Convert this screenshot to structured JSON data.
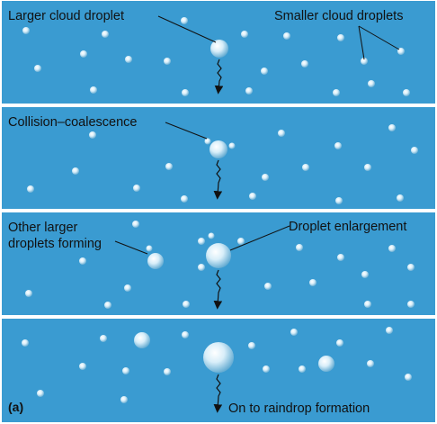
{
  "colors": {
    "panel": "#3a9bd1",
    "droplet_light": "#ffffff",
    "droplet_mid": "#cfe9f6",
    "droplet_dark": "#5fa9cf",
    "leader_line": "#111111"
  },
  "panels": [
    {
      "id": "panel-1",
      "labels": [
        {
          "id": "larger-cloud-droplet",
          "text": "Larger cloud droplet"
        },
        {
          "id": "smaller-cloud-droplets",
          "text": "Smaller cloud droplets"
        }
      ]
    },
    {
      "id": "panel-2",
      "labels": [
        {
          "id": "collision-coalescence",
          "text": "Collision–coalescence"
        }
      ]
    },
    {
      "id": "panel-3",
      "labels": [
        {
          "id": "other-larger-droplets",
          "lines": [
            "Other larger",
            "droplets forming"
          ]
        },
        {
          "id": "droplet-enlargement",
          "text": "Droplet enlargement"
        }
      ]
    },
    {
      "id": "panel-4",
      "labels": [
        {
          "id": "on-to-raindrop",
          "text": "On to raindrop formation"
        }
      ],
      "part_label": "(a)"
    }
  ]
}
